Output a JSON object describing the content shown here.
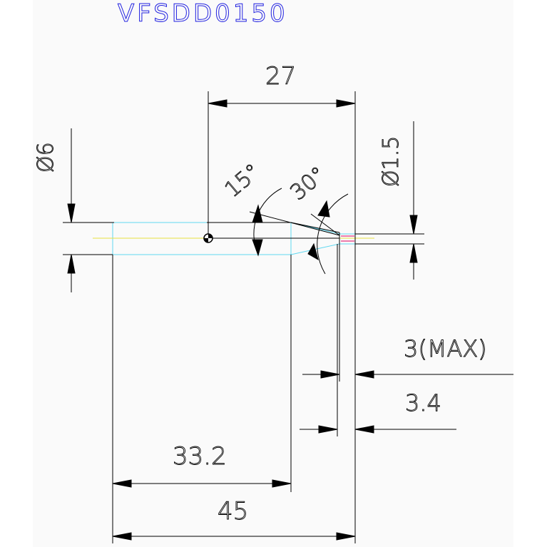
{
  "drawing": {
    "part_number": "VFSDD0150",
    "dimensions": {
      "overall_length": "45",
      "shank_length": "33.2",
      "reference_length": "27",
      "tip_length_max": "3(MAX)",
      "step_length": "3.4",
      "shank_diameter": "Ø6",
      "tip_diameter": "Ø1.5",
      "angle_primary": "15°",
      "angle_secondary": "30°"
    },
    "colors": {
      "background": "#ffffff",
      "panel": "#fafafa",
      "outline": "#000000",
      "tool_body": "#60d8f0",
      "centerline": "#e8e040",
      "tip_mark": "#e00060",
      "title": "#2020e0"
    },
    "icons": {
      "origin": "origin-marker-icon"
    }
  }
}
